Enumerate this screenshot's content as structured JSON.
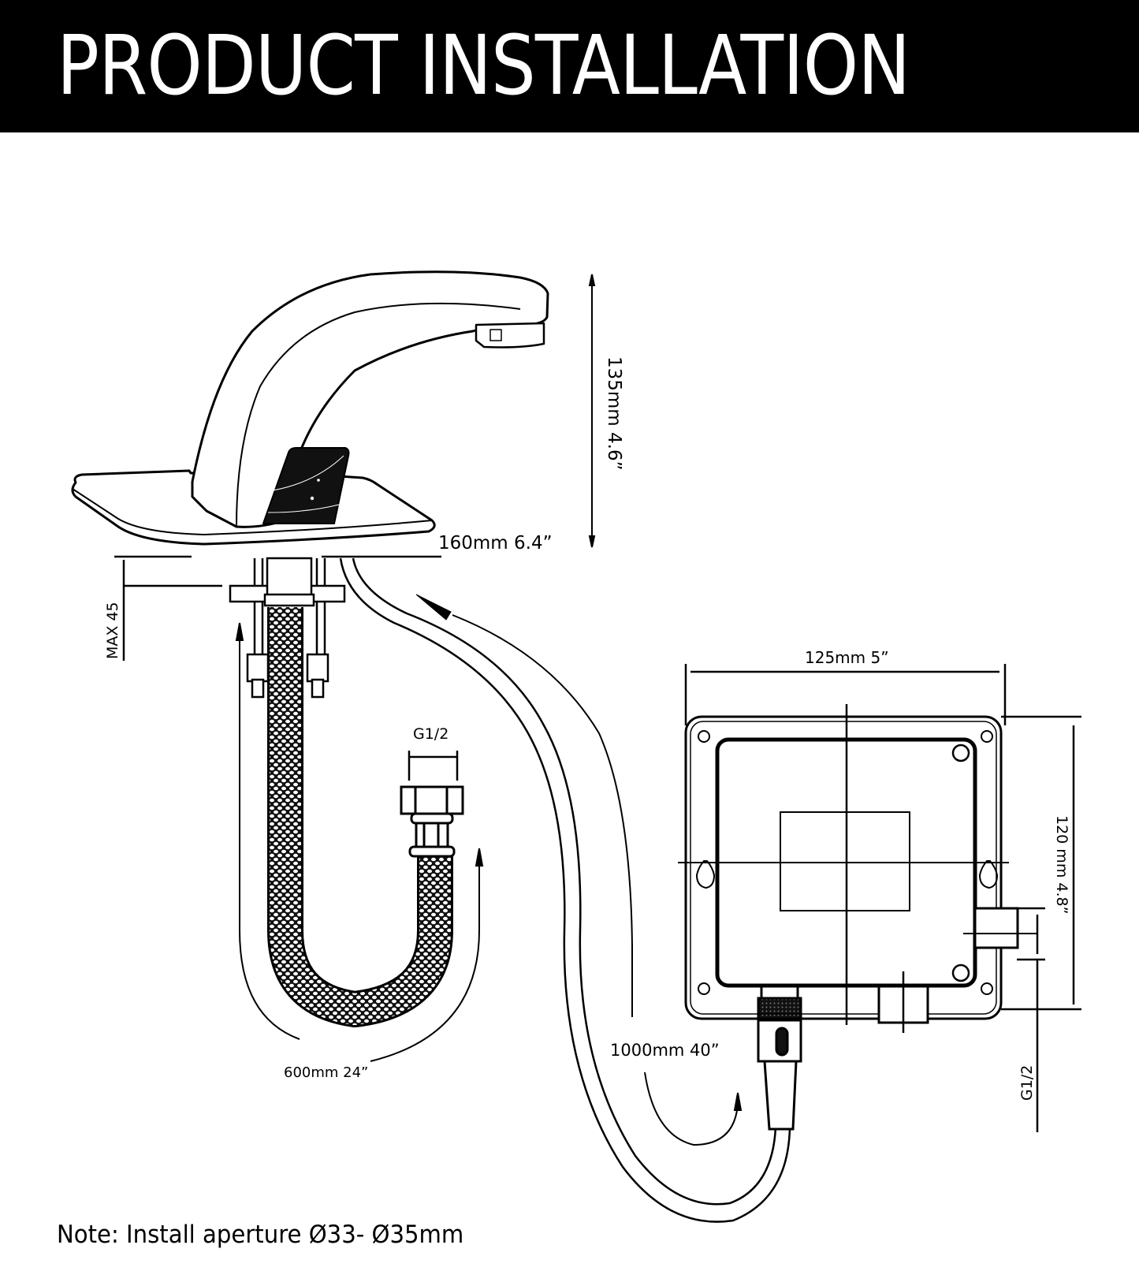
{
  "header": {
    "title": "PRODUCT INSTALLATION",
    "background": "#000000",
    "text_color": "#ffffff"
  },
  "diagram": {
    "components": [
      "sensor-faucet",
      "deck-plate",
      "braided-supply-hose",
      "control-box",
      "sensor-cable"
    ],
    "dimensions": {
      "faucet_height": "135mm 4.6”",
      "deck_plate_width": "160mm 6.4”",
      "max_deck_thickness": "MAX 45",
      "hose_thread": "G1/2",
      "hose_length": "600mm 24”",
      "cable_length": "1000mm 40”",
      "box_width": "125mm 5”",
      "box_height": "120 mm 4.8”",
      "box_outlet_thread": "G1/2"
    }
  },
  "note": "Note: Install aperture Ø33- Ø35mm"
}
